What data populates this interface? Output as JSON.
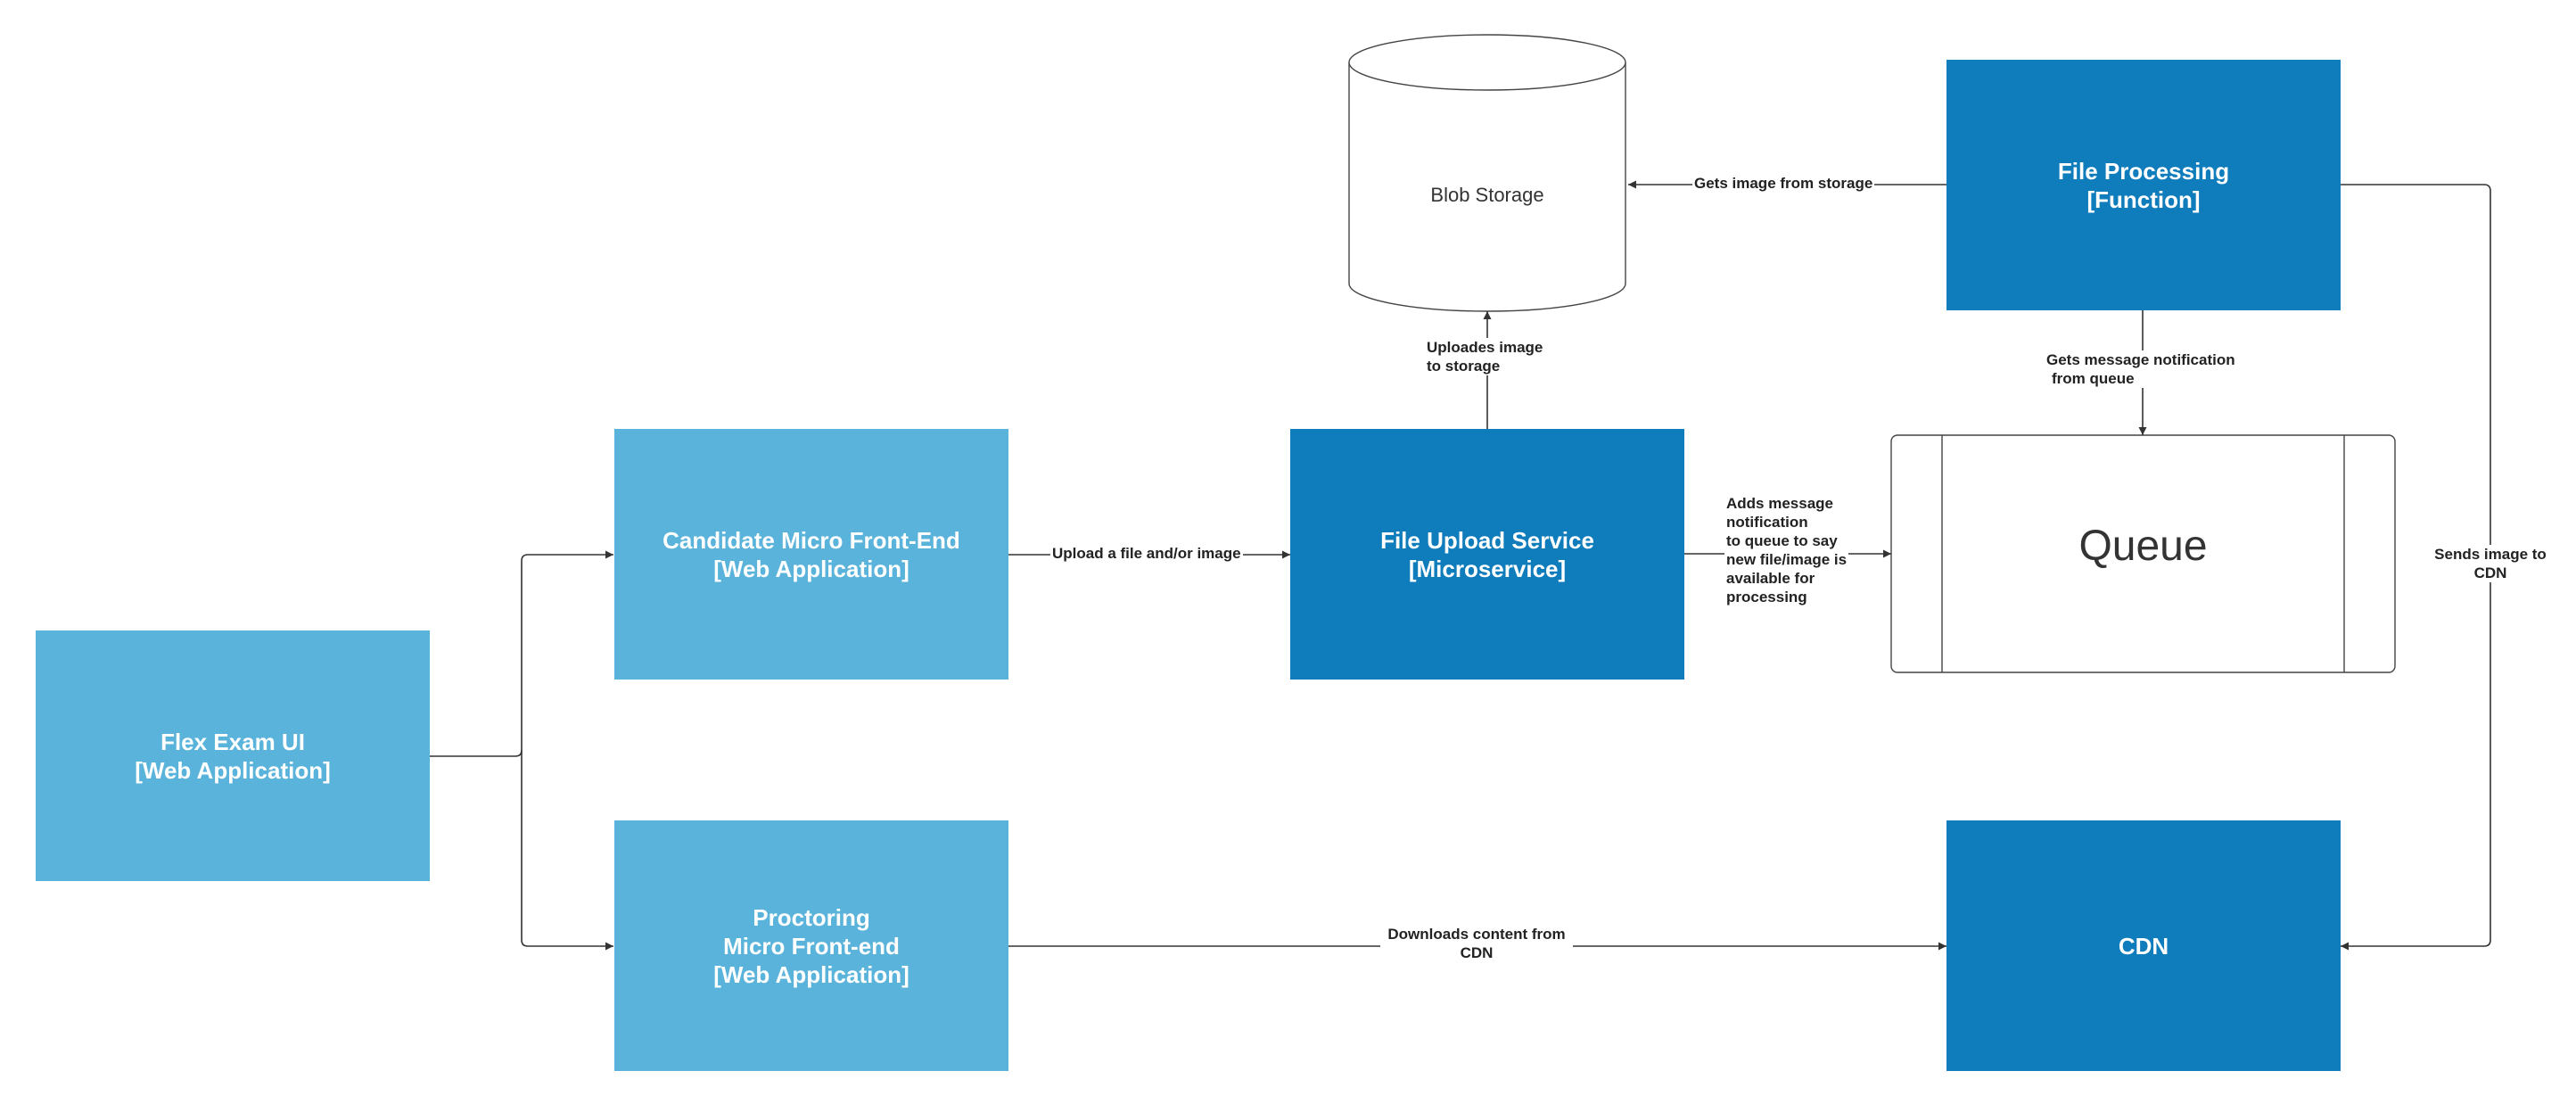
{
  "nodes": {
    "flex_exam_ui": {
      "line1": "Flex Exam UI",
      "line2": "[Web Application]"
    },
    "candidate_mfe": {
      "line1": "Candidate Micro Front-End",
      "line2": "[Web Application]"
    },
    "proctoring_mfe": {
      "line1": "Proctoring",
      "line2": "Micro Front-end",
      "line3": "[Web Application]"
    },
    "file_upload_service": {
      "line1": "File Upload Service",
      "line2": "[Microservice]"
    },
    "file_processing": {
      "line1": "File Processing",
      "line2": "[Function]"
    },
    "cdn": {
      "line1": "CDN"
    },
    "blob_storage": {
      "label": "Blob Storage"
    },
    "queue": {
      "label": "Queue"
    }
  },
  "edges": {
    "upload_file": "Upload a file and/or image",
    "uploads_image": {
      "line1": "Uploades image",
      "line2": "to storage"
    },
    "adds_message": {
      "line1": "Adds message",
      "line2": "notification",
      "line3": "to queue to say",
      "line4": "new file/image is",
      "line5": "available for",
      "line6": "processing"
    },
    "gets_image": "Gets image from storage",
    "gets_message": {
      "line1": "Gets message notification",
      "line2": "from queue"
    },
    "sends_image": {
      "line1": "Sends image to",
      "line2": "CDN"
    },
    "downloads_content": {
      "line1": "Downloads content from",
      "line2": "CDN"
    }
  },
  "colors": {
    "light_box": "#5ab3da",
    "dark_box": "#0f7cbc",
    "connector": "#333333",
    "background": "#ffffff"
  }
}
